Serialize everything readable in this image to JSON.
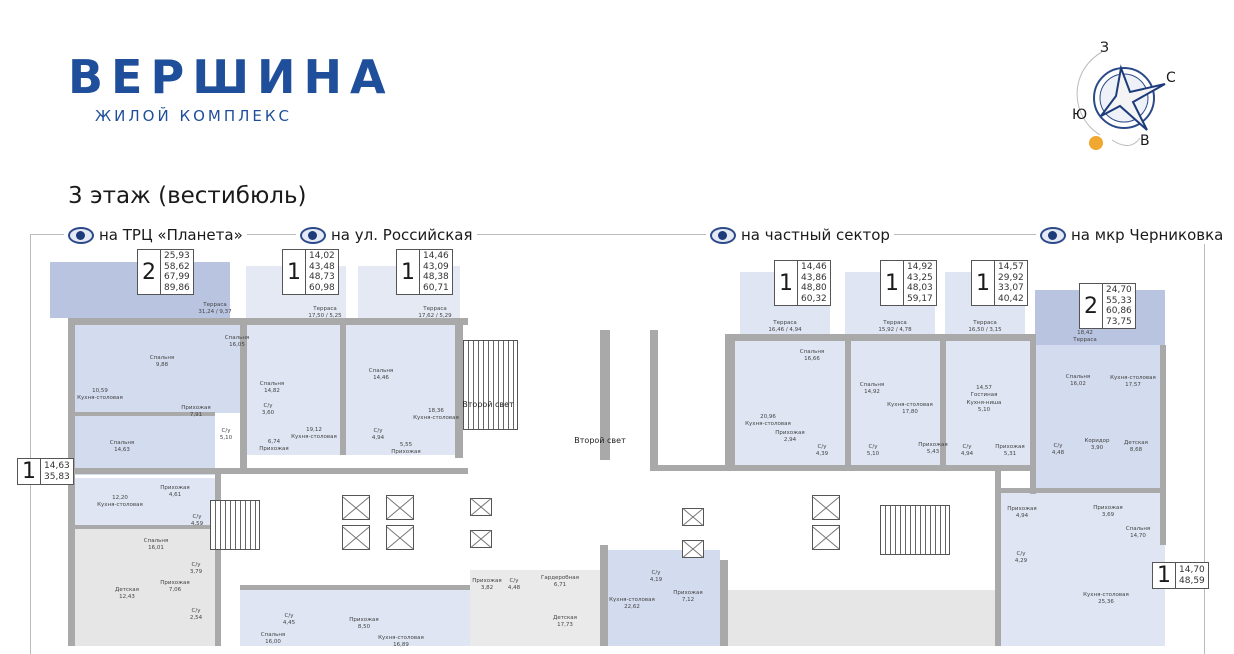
{
  "logo": {
    "name": "ВЕРШИНА",
    "subtitle": "ЖИЛОЙ КОМПЛЕКС"
  },
  "compass": {
    "north": "С",
    "south": "Ю",
    "east": "В",
    "west": "З"
  },
  "floor_title": "3 этаж (вестибюль)",
  "views": [
    "на ТРЦ «Планета»",
    "на ул. Российская",
    "на частный сектор",
    "на мкр Черниковка"
  ],
  "apartments": [
    {
      "rooms": "2",
      "areas": [
        "25,93",
        "58,62",
        "67,99",
        "89,86"
      ]
    },
    {
      "rooms": "1",
      "areas": [
        "14,02",
        "43,48",
        "48,73",
        "60,98"
      ]
    },
    {
      "rooms": "1",
      "areas": [
        "14,46",
        "43,09",
        "48,38",
        "60,71"
      ]
    },
    {
      "rooms": "1",
      "areas": [
        "14,46",
        "43,86",
        "48,80",
        "60,32"
      ]
    },
    {
      "rooms": "1",
      "areas": [
        "14,92",
        "43,25",
        "48,03",
        "59,17"
      ]
    },
    {
      "rooms": "1",
      "areas": [
        "14,57",
        "29,92",
        "33,07",
        "40,42"
      ]
    },
    {
      "rooms": "2",
      "areas": [
        "24,70",
        "55,33",
        "60,86",
        "73,75"
      ]
    },
    {
      "rooms": "1",
      "areas": [
        "14,63",
        "35,83"
      ]
    },
    {
      "rooms": "1",
      "areas": [
        "14,70",
        "48,59"
      ]
    }
  ],
  "rooms": [
    [
      "Терраса",
      "31,24 / 9,37"
    ],
    [
      "Терраса",
      "17,50 / 5,25"
    ],
    [
      "Терраса",
      "17,62 / 5,29"
    ],
    [
      "Терраса",
      "16,46 / 4,94"
    ],
    [
      "Терраса",
      "15,92 / 4,78"
    ],
    [
      "Терраса",
      "16,50 / 3,15"
    ],
    [
      "18,42",
      "Терраса"
    ],
    [
      "Второй свет",
      ""
    ],
    [
      "Второй свет",
      ""
    ],
    [
      "Спальня",
      "9,88"
    ],
    [
      "Спальня",
      "16,05"
    ],
    [
      "10,59",
      "Кухня-столовая"
    ],
    [
      "Прихожая",
      "7,91"
    ],
    [
      "С/у",
      "5,10"
    ],
    [
      "Спальня",
      "14,63"
    ],
    [
      "12,20",
      "Кухня-столовая"
    ],
    [
      "Прихожая",
      "4,61"
    ],
    [
      "С/у",
      "4,59"
    ],
    [
      "Спальня",
      "16,01"
    ],
    [
      "С/у",
      "3,79"
    ],
    [
      "Прихожая",
      "7,06"
    ],
    [
      "Детская",
      "12,43"
    ],
    [
      "С/у",
      "2,54"
    ],
    [
      "Спальня",
      "14,82"
    ],
    [
      "С/у",
      "3,60"
    ],
    [
      "19,12",
      "Кухня-столовая"
    ],
    [
      "6,74",
      "Прихожая"
    ],
    [
      "Спальня",
      "14,46"
    ],
    [
      "С/у",
      "4,94"
    ],
    [
      "18,36",
      "Кухня-столовая"
    ],
    [
      "5,55",
      "Прихожая"
    ],
    [
      "20,96",
      "Кухня-столовая"
    ],
    [
      "Прихожая",
      "2,94"
    ],
    [
      "Спальня",
      "16,66"
    ],
    [
      "С/у",
      "4,39"
    ],
    [
      "Спальня",
      "14,92"
    ],
    [
      "Кухня-столовая",
      "17,80"
    ],
    [
      "С/у",
      "5,10"
    ],
    [
      "Прихожая",
      "5,43"
    ],
    [
      "14,57",
      "Гостиная"
    ],
    [
      "Кухня-ниша",
      "5,10"
    ],
    [
      "С/у",
      "4,94"
    ],
    [
      "Прихожая",
      "5,31"
    ],
    [
      "Спальня",
      "16,02"
    ],
    [
      "Кухня-столовая",
      "17,57"
    ],
    [
      "С/у",
      "4,48"
    ],
    [
      "Коридор",
      "3,90"
    ],
    [
      "Детская",
      "8,68"
    ],
    [
      "Прихожая",
      "3,69"
    ],
    [
      "Спальня",
      "14,70"
    ],
    [
      "Прихожая",
      "4,94"
    ],
    [
      "С/у",
      "4,29"
    ],
    [
      "Кухня-столовая",
      "25,36"
    ],
    [
      "Кухня-столовая",
      "22,62"
    ],
    [
      "С/у",
      "4,19"
    ],
    [
      "Прихожая",
      "7,12"
    ],
    [
      "Детская",
      "17,73"
    ],
    [
      "Гардеробная",
      "6,71"
    ],
    [
      "Прихожая",
      "3,82"
    ],
    [
      "С/у",
      "4,48"
    ],
    [
      "С/у",
      "4,45"
    ],
    [
      "Прихожая",
      "8,50"
    ],
    [
      "Спальня",
      "16,00"
    ],
    [
      "Кухня-столовая",
      "16,89"
    ]
  ],
  "colors": {
    "brand": "#1f4e9a",
    "apartment_fill": "#d3dbee",
    "terrace_fill": "#b9c4e0",
    "wall": "#a9a9a9"
  }
}
